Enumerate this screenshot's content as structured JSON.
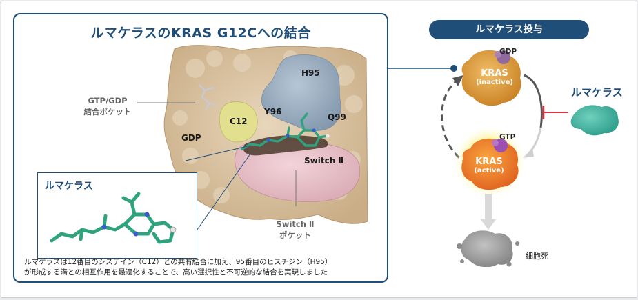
{
  "left_panel": {
    "title": "ルマケラスのKRAS G12Cへの結合",
    "labels": {
      "h95": "H95",
      "c12": "C12",
      "y96": "Y96",
      "q99": "Q99",
      "gdp": "GDP",
      "switch2": "Switch Ⅱ"
    },
    "pointer_gtp_line1": "GTP/GDP",
    "pointer_gtp_line2": "結合ポケット",
    "pointer_switch_line1": "Switch Ⅱ",
    "pointer_switch_line2": "ポケット",
    "callout_title": "ルマケラス",
    "caption_line1": "ルマケラスは12番目のシステイン（C12）との共有結合に加え、95番目のヒスチジン（H95）",
    "caption_line2": "が形成する溝との相互作用を最適化することで、高い選択性と不可逆的な結合を実現しました"
  },
  "right_panel": {
    "title": "ルマケラス投与",
    "kras_inactive_name": "KRAS",
    "kras_inactive_state": "(inactive)",
    "kras_inactive_nucleotide": "GDP",
    "kras_active_name": "KRAS",
    "kras_active_state": "(active)",
    "kras_active_nucleotide": "GTP",
    "drug_label": "ルマケラス",
    "outcome_label": "細胞死"
  },
  "colors": {
    "navy": "#1f4e79",
    "protein_surface": "#dcc5a4",
    "h95_region": "#9fb2c4",
    "c12_region": "#e2e08e",
    "switch2_region": "#e9c3cc",
    "drug": "#2fa37e",
    "kras_inactive": "#e3a13f",
    "kras_active": "#f2952c",
    "inhibit": "#d8343f",
    "cell_death": "#9e9e9e"
  }
}
